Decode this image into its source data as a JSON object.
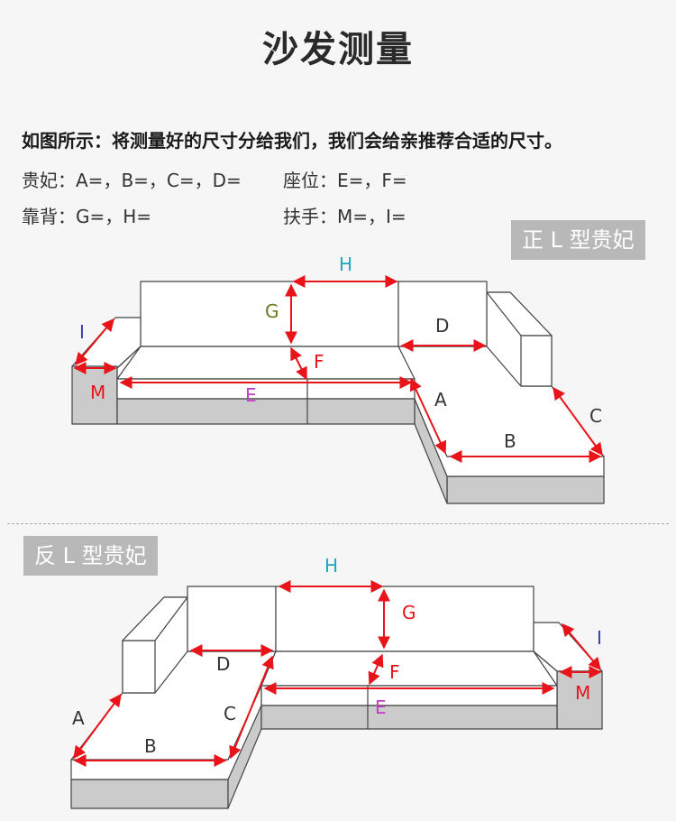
{
  "header": {
    "title": "沙发测量"
  },
  "instruction": "如图所示：将测量好的尺寸分给我们，我们会给亲推荐合适的尺寸。",
  "specs": {
    "chaise": "贵妃：A=，B=，C=，D=",
    "seat": "座位：E=，F=",
    "backrest": "靠背：G=，H=",
    "armrest": "扶手：M=，I="
  },
  "diagram1": {
    "badge": "正 L 型贵妃",
    "labels": {
      "H": "H",
      "G": "G",
      "D": "D",
      "I": "I",
      "F": "F",
      "A": "A",
      "M": "M",
      "E": "E",
      "C": "C",
      "B": "B"
    }
  },
  "diagram2": {
    "badge": "反 L 型贵妃",
    "labels": {
      "H": "H",
      "G": "G",
      "I": "I",
      "D": "D",
      "F": "F",
      "M": "M",
      "A": "A",
      "C": "C",
      "E": "E",
      "B": "B"
    }
  },
  "colors": {
    "arrow": "#e8141a",
    "label_h": "#1aa8c0",
    "label_g1": "#6b7a1e",
    "label_e": "#c43bc4",
    "label_i": "#3b3bb0",
    "label_default": "#333333",
    "shade": "#cbcbcb",
    "outline": "#444444"
  }
}
